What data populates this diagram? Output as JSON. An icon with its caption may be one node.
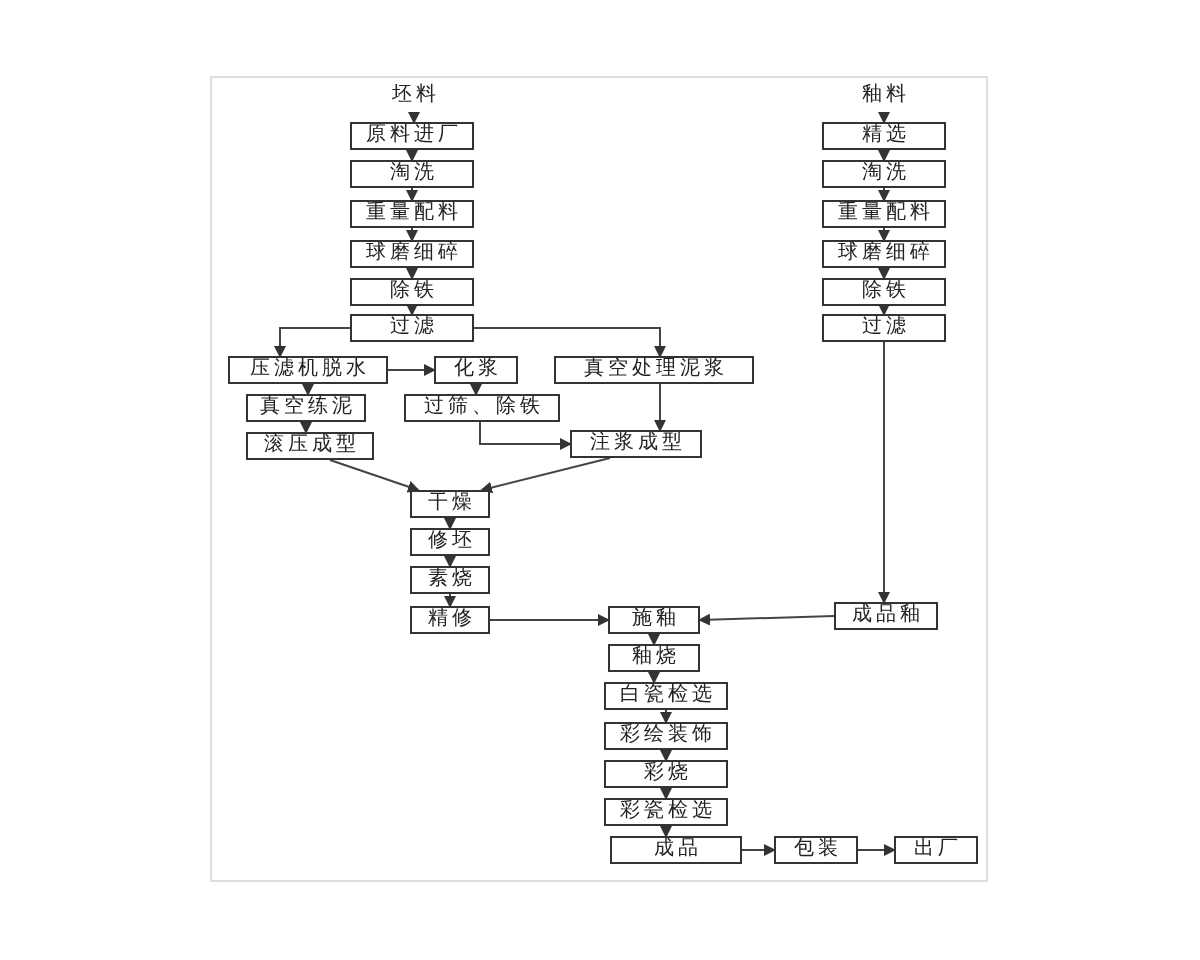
{
  "diagram": {
    "nodes": [
      {
        "text": [
          "坯料"
        ]
      },
      {
        "text": [
          "原料进厂"
        ]
      },
      {
        "text": [
          "淘洗"
        ]
      },
      {
        "text": [
          "重量配料"
        ]
      },
      {
        "text": [
          "球磨细碎"
        ]
      },
      {
        "text": [
          "除铁"
        ]
      },
      {
        "text": [
          "过滤"
        ]
      },
      {
        "text": [
          "压滤机脱水"
        ]
      },
      {
        "text": [
          "化浆"
        ]
      },
      {
        "text": [
          "真空处理泥浆"
        ]
      },
      {
        "text": [
          "真空练泥"
        ]
      },
      {
        "text": [
          "过筛、除铁"
        ]
      },
      {
        "text": [
          "滚压成型"
        ]
      },
      {
        "text": [
          "注浆成型"
        ]
      },
      {
        "text": [
          "干燥"
        ]
      },
      {
        "text": [
          "修坯"
        ]
      },
      {
        "text": [
          "素烧"
        ]
      },
      {
        "text": [
          "精修"
        ]
      },
      {
        "text": [
          "施釉"
        ]
      },
      {
        "text": [
          "釉烧"
        ]
      },
      {
        "text": [
          "白瓷检选"
        ]
      },
      {
        "text": [
          "彩绘装饰"
        ]
      },
      {
        "text": [
          "彩烧"
        ]
      },
      {
        "text": [
          "彩瓷检选"
        ]
      },
      {
        "text": [
          "成品"
        ]
      },
      {
        "text": [
          "包装"
        ]
      },
      {
        "text": [
          "出厂"
        ]
      },
      {
        "text": [
          "釉料"
        ]
      },
      {
        "text": [
          "精选"
        ]
      },
      {
        "text": [
          "淘洗"
        ]
      },
      {
        "text": [
          "重量配料"
        ]
      },
      {
        "text": [
          "球磨细碎"
        ]
      },
      {
        "text": [
          "除铁"
        ]
      },
      {
        "text": [
          "过滤"
        ]
      },
      {
        "text": [
          "成品釉"
        ]
      }
    ],
    "edges": [
      {
        "from": 0,
        "to": 1,
        "arrow": "to"
      },
      {
        "from": 1,
        "to": 2,
        "arrow": "to"
      },
      {
        "from": 2,
        "to": 3,
        "arrow": "to"
      },
      {
        "from": 3,
        "to": 4,
        "arrow": "to"
      },
      {
        "from": 4,
        "to": 5,
        "arrow": "to"
      },
      {
        "from": 5,
        "to": 6,
        "arrow": "to"
      },
      {
        "from": 6,
        "to": 7,
        "arrow": "to"
      },
      {
        "from": 6,
        "to": 9,
        "arrow": "to"
      },
      {
        "from": 7,
        "to": 8,
        "arrow": "to"
      },
      {
        "from": 7,
        "to": 10,
        "arrow": "to"
      },
      {
        "from": 8,
        "to": 11,
        "arrow": "to"
      },
      {
        "from": 9,
        "to": 13,
        "arrow": "to"
      },
      {
        "from": 10,
        "to": 12,
        "arrow": "to"
      },
      {
        "from": 11,
        "to": 13,
        "arrow": "to"
      },
      {
        "from": 12,
        "to": 14,
        "arrow": "to"
      },
      {
        "from": 13,
        "to": 14,
        "arrow": "to"
      },
      {
        "from": 14,
        "to": 15,
        "arrow": "to"
      },
      {
        "from": 15,
        "to": 16,
        "arrow": "to"
      },
      {
        "from": 16,
        "to": 17,
        "arrow": "to"
      },
      {
        "from": 17,
        "to": 18,
        "arrow": "to"
      },
      {
        "from": 18,
        "to": 19,
        "arrow": "to"
      },
      {
        "from": 19,
        "to": 20,
        "arrow": "to"
      },
      {
        "from": 20,
        "to": 21,
        "arrow": "to"
      },
      {
        "from": 21,
        "to": 22,
        "arrow": "to"
      },
      {
        "from": 22,
        "to": 23,
        "arrow": "to"
      },
      {
        "from": 23,
        "to": 24,
        "arrow": "to"
      },
      {
        "from": 24,
        "to": 25,
        "arrow": "to"
      },
      {
        "from": 25,
        "to": 26,
        "arrow": "to"
      },
      {
        "from": 27,
        "to": 28,
        "arrow": "to"
      },
      {
        "from": 28,
        "to": 29,
        "arrow": "to"
      },
      {
        "from": 29,
        "to": 30,
        "arrow": "to"
      },
      {
        "from": 30,
        "to": 31,
        "arrow": "to"
      },
      {
        "from": 31,
        "to": 32,
        "arrow": "to"
      },
      {
        "from": 32,
        "to": 33,
        "arrow": "to"
      },
      {
        "from": 33,
        "to": 34,
        "arrow": "to"
      },
      {
        "from": 34,
        "to": 18,
        "arrow": "to"
      }
    ]
  }
}
